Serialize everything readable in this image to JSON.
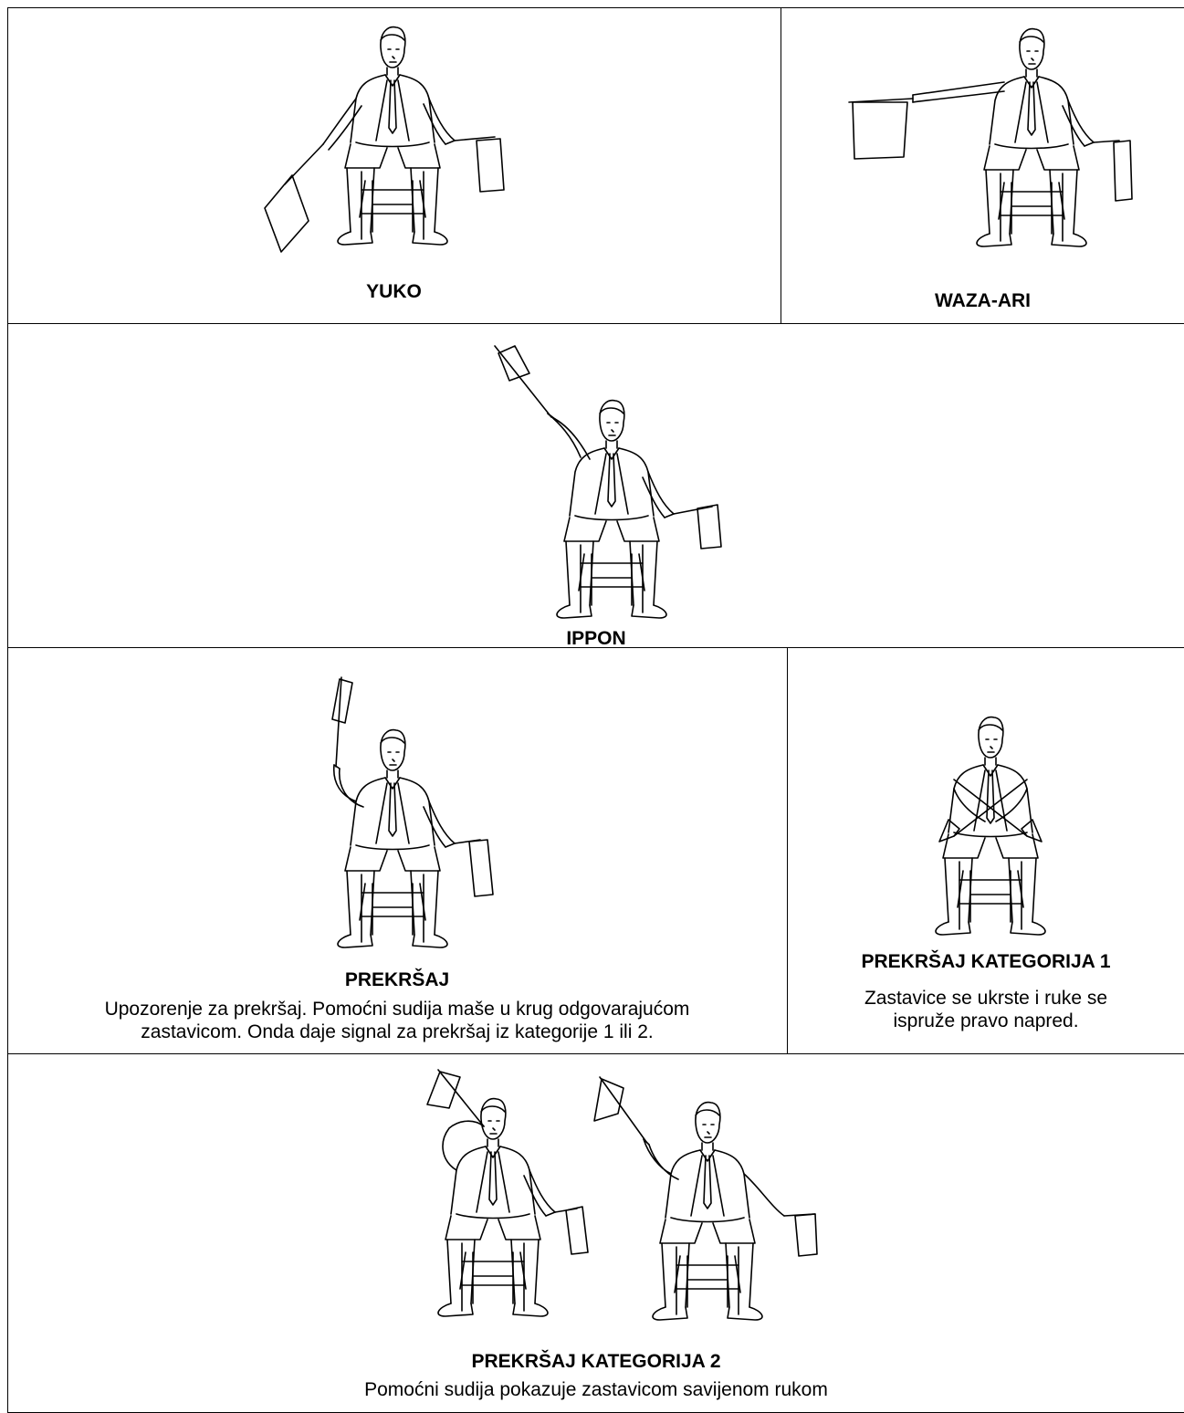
{
  "panels": {
    "yuko": {
      "title": "YUKO"
    },
    "waza_ari": {
      "title": "WAZA-ARI"
    },
    "ippon": {
      "title": "IPPON"
    },
    "prekrsaj": {
      "title": "PREKRŠAJ",
      "description_line1": "Upozorenje za prekršaj. Pomoćni sudija maše u krug odgovarajućom",
      "description_line2": "zastavicom. Onda daje signal za prekršaj iz kategorije 1 ili 2."
    },
    "kategorija1": {
      "title": "PREKRŠAJ KATEGORIJA 1",
      "description_line1": "Zastavice se ukrste i ruke se",
      "description_line2": "ispruže pravo napred."
    },
    "kategorija2": {
      "title": "PREKRŠAJ KATEGORIJA 2",
      "description_line1": "Pomoćni sudija pokazuje zastavicom savijenom rukom"
    }
  },
  "figures": {
    "yuko": "seated-referee-flag-low-icon",
    "waza_ari": "seated-referee-flag-horizontal-icon",
    "ippon": "seated-referee-flag-raised-icon",
    "prekrsaj": "seated-referee-flag-vertical-icon",
    "kategorija1": "seated-referee-flags-crossed-icon",
    "kategorija2": "seated-referee-flag-bent-arm-icon"
  }
}
